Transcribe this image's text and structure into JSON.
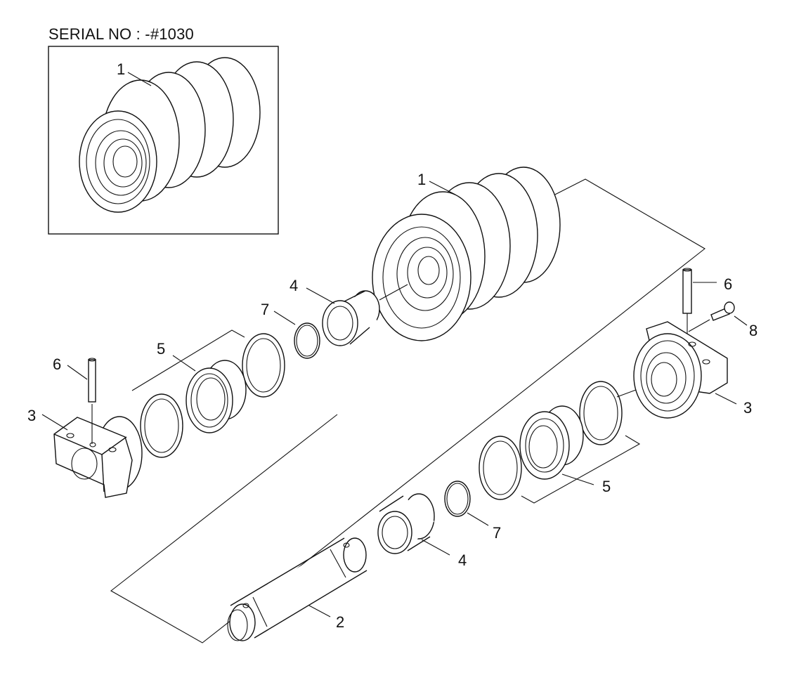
{
  "serial_label": "SERIAL NO : -#1030",
  "callouts": {
    "inset_roller": "1",
    "roller": "1",
    "shaft": "2",
    "bracket_left": "3",
    "bracket_right": "3",
    "bushing_upper": "4",
    "bushing_lower": "4",
    "seal_upper": "5",
    "seal_lower": "5",
    "pin_left": "6",
    "pin_right": "6",
    "oring_upper": "7",
    "oring_lower": "7",
    "bolt": "8"
  },
  "colors": {
    "line": "#111111",
    "background": "#ffffff"
  }
}
